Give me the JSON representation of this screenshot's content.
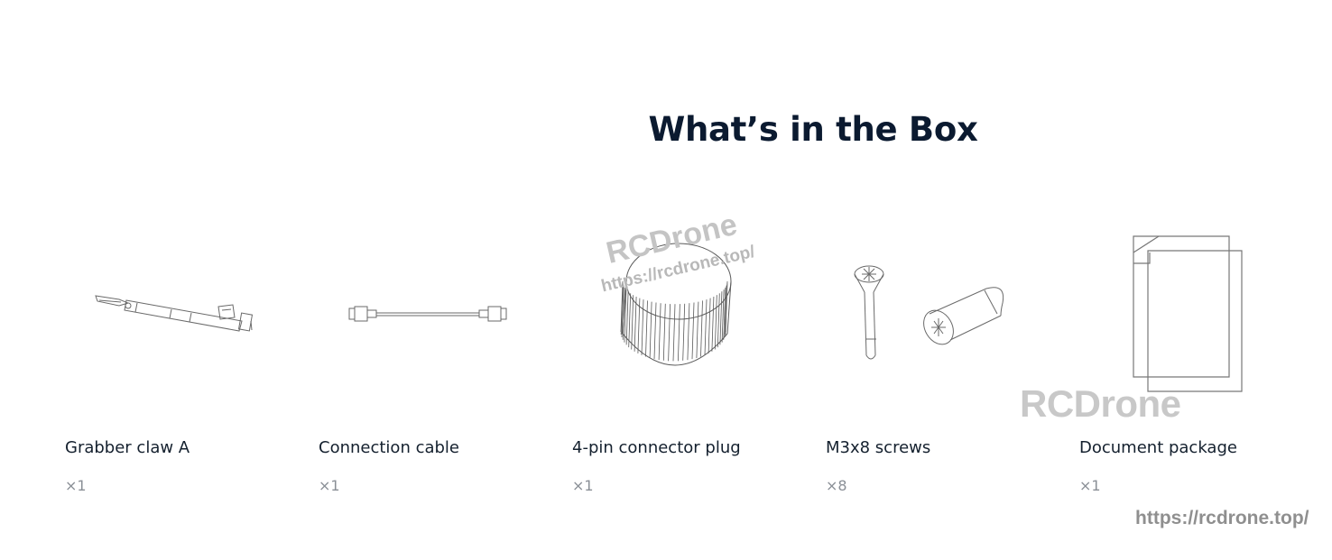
{
  "section": {
    "title": "What’s in the Box"
  },
  "items": [
    {
      "label": "Grabber claw A",
      "quantity": "×1",
      "icon": "grabber-claw-illustration"
    },
    {
      "label": "Connection cable",
      "quantity": "×1",
      "icon": "connection-cable-illustration"
    },
    {
      "label": "4-pin connector plug",
      "quantity": "×1",
      "icon": "connector-plug-illustration"
    },
    {
      "label": "M3x8 screws",
      "quantity": "×8",
      "icon": "screws-illustration"
    },
    {
      "label": "Document package",
      "quantity": "×1",
      "icon": "document-package-illustration"
    }
  ],
  "watermarks": {
    "brand": "RCDrone",
    "url": "https://rcdrone.top/",
    "rotated_brand": "RCDrone",
    "rotated_url": "https://rcdrone.top/"
  },
  "colors": {
    "title": "#0b1a30",
    "label": "#14202e",
    "quantity": "#8a8f96",
    "line_art": "#6a6a6a",
    "watermark": "#c8c8c8"
  }
}
